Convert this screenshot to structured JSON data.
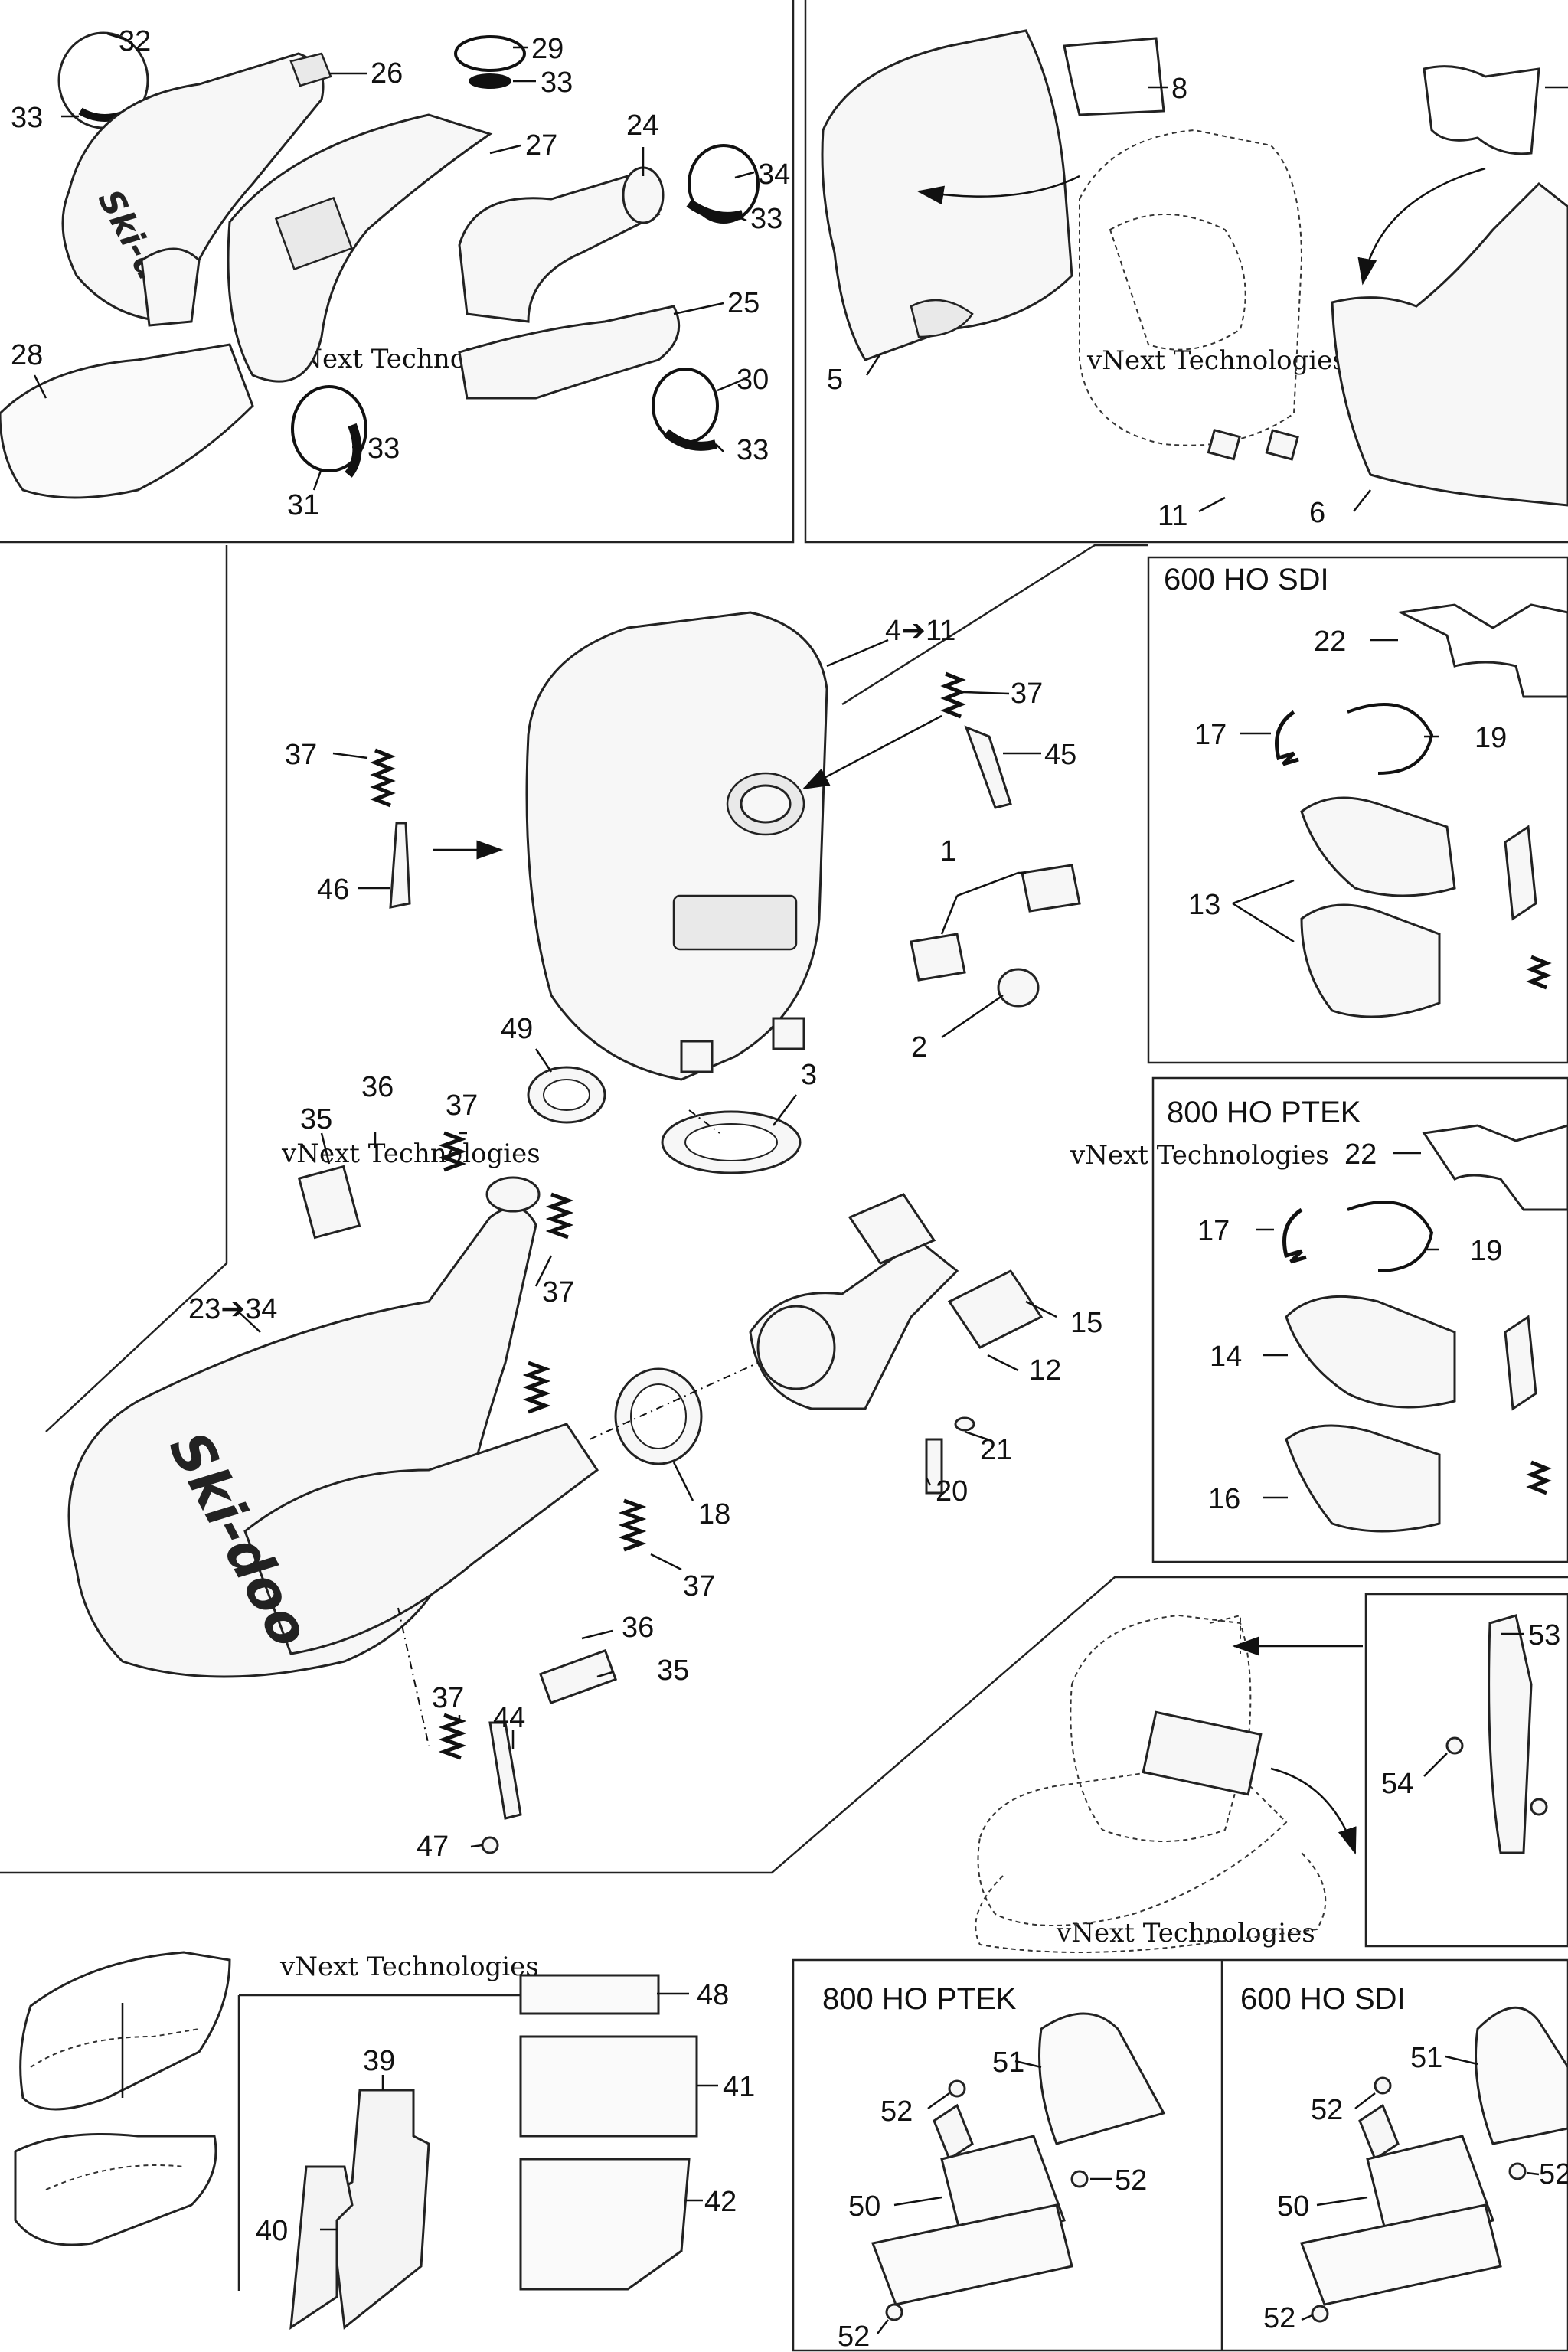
{
  "watermark": {
    "text": "vNext Technologies"
  },
  "sections": {
    "s600_top": "600 HO SDI",
    "s800_mid": "800 HO PTEK",
    "s800_bottom": "800 HO PTEK",
    "s600_bottom": "600 HO SDI"
  },
  "brand_mark": "Ski-doo",
  "callouts": {
    "c32": "32",
    "c33a": "33",
    "c26": "26",
    "c29": "29",
    "c33b": "33",
    "c27": "27",
    "c24": "24",
    "c34": "34",
    "c33c": "33",
    "c25": "25",
    "c28": "28",
    "c30": "30",
    "c33d": "33",
    "c33e": "33",
    "c31": "31",
    "c8": "8",
    "c5": "5",
    "c11": "11",
    "c6": "6",
    "c4to11": "4➔11",
    "c37a": "37",
    "c45": "45",
    "c37b": "37",
    "c46": "46",
    "c1": "1",
    "c2": "2",
    "c49": "49",
    "c3": "3",
    "c36a": "36",
    "c35a": "35",
    "c37c": "37",
    "c37d": "37",
    "c23to34": "23➔34",
    "c15": "15",
    "c12": "12",
    "c21": "21",
    "c20": "20",
    "c18": "18",
    "c37e": "37",
    "c36b": "36",
    "c35b": "35",
    "c37f": "37",
    "c44": "44",
    "c47": "47",
    "c22a": "22",
    "c17a": "17",
    "c19a": "19",
    "c13": "13",
    "c22b": "22",
    "c17b": "17",
    "c19b": "19",
    "c14": "14",
    "c16": "16",
    "c53": "53",
    "c54": "54",
    "c39": "39",
    "c40": "40",
    "c48": "48",
    "c41": "41",
    "c42": "42",
    "c51a": "51",
    "c52a": "52",
    "c52b": "52",
    "c50a": "50",
    "c52c": "52",
    "c51b": "51",
    "c52d": "52",
    "c52e": "52",
    "c50b": "50",
    "c52f": "52"
  }
}
